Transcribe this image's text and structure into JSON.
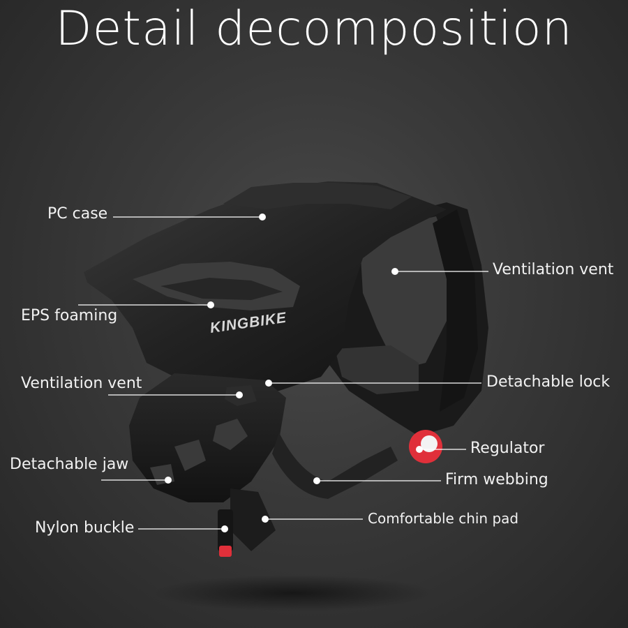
{
  "title": "Detail decomposition",
  "brand": "KINGBIKE",
  "labels": {
    "pc_case": "PC case",
    "eps_foaming": "EPS foaming",
    "ventilation_vent_left": "Ventilation vent",
    "detachable_jaw": "Detachable jaw",
    "nylon_buckle": "Nylon buckle",
    "ventilation_vent_right": "Ventilation vent",
    "detachable_lock": "Detachable lock",
    "regulator": "Regulator",
    "firm_webbing": "Firm webbing",
    "comfortable_chin_pad": "Comfortable chin pad"
  },
  "colors": {
    "background": "#3a3a3a",
    "helmet": "#1e1e1e",
    "foam": "#3c3c3c",
    "regulator": "#e0303a",
    "buckle_accent": "#e0303a",
    "text": "#ffffff",
    "leader": "#ffffff"
  }
}
